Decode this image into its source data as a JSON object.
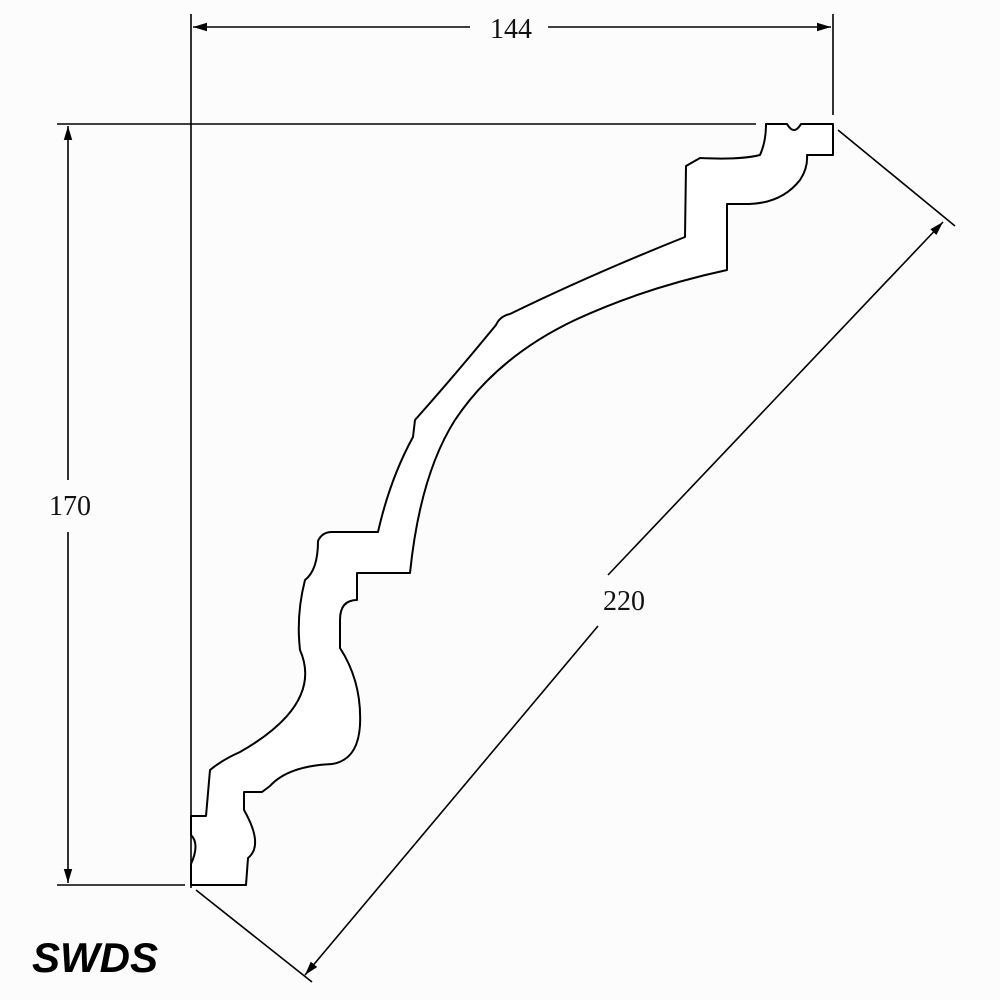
{
  "dimensions": {
    "width_label": "144",
    "height_label": "170",
    "diagonal_label": "220"
  },
  "brand": {
    "name": "SWDS"
  },
  "colors": {
    "background": "#fcfcfc",
    "line": "#000000",
    "profile_fill": "#ffffff"
  }
}
